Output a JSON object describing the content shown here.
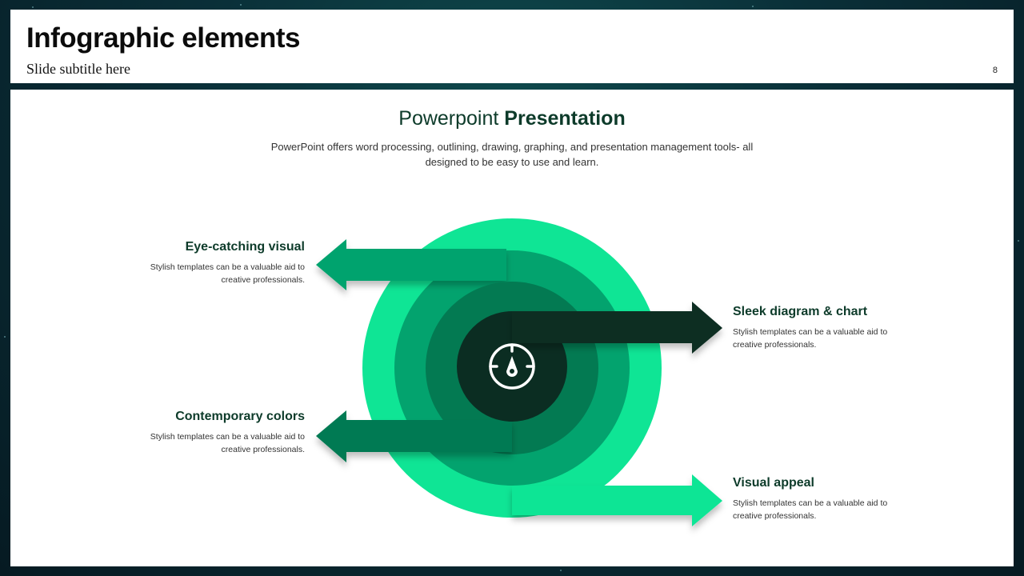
{
  "slide": {
    "title": "Infographic elements",
    "subtitle": "Slide subtitle here",
    "page_number": "8"
  },
  "main": {
    "heading_light": "Powerpoint",
    "heading_bold": "Presentation",
    "intro": "PowerPoint offers word processing, outlining, drawing, graphing, and presentation management tools- all designed to be easy to use and learn."
  },
  "items": [
    {
      "title": "Eye-catching visual",
      "text": "Stylish templates can be a valuable aid to creative professionals."
    },
    {
      "title": "Sleek diagram & chart",
      "text": "Stylish templates can be a valuable aid to creative professionals."
    },
    {
      "title": "Contemporary colors",
      "text": "Stylish templates can be a valuable aid to creative professionals."
    },
    {
      "title": "Visual appeal",
      "text": "Stylish templates can be a valuable aid to creative professionals."
    }
  ],
  "colors": {
    "ring_outer": "#0fe595",
    "ring_second": "#03a36e",
    "ring_third": "#037a52",
    "ring_center": "#0b2d22",
    "title_text": "#0d3b2a"
  },
  "center_icon": "compass-icon"
}
